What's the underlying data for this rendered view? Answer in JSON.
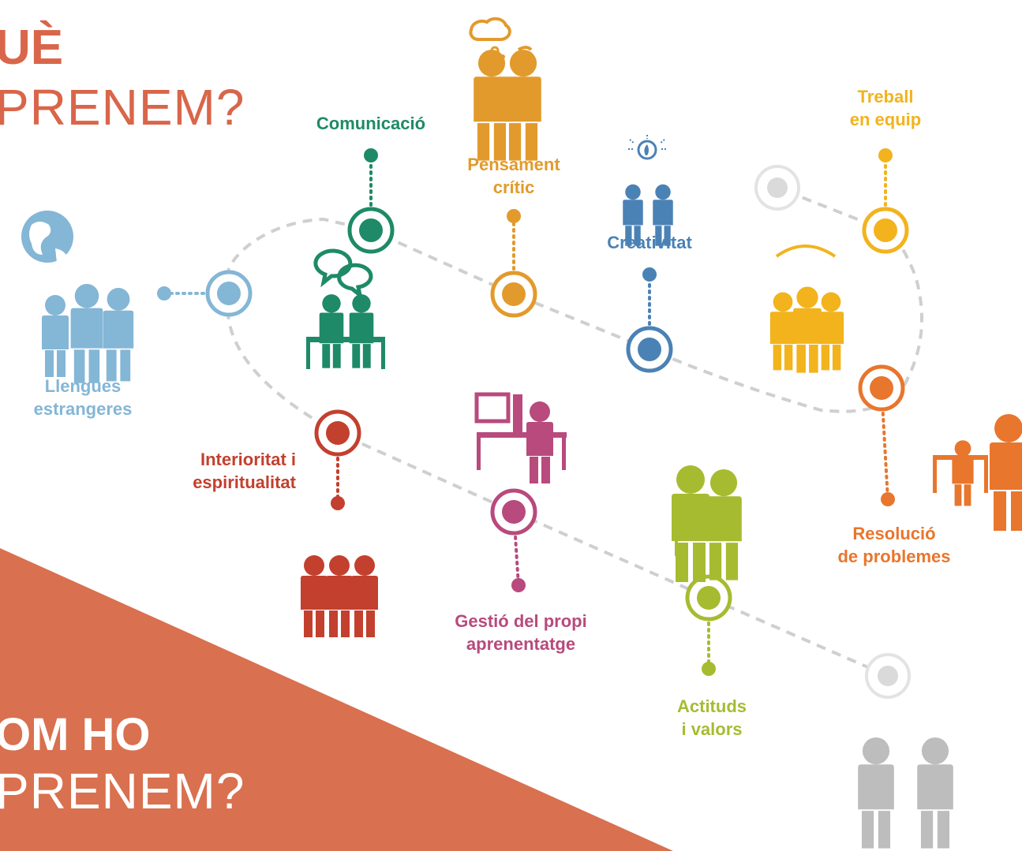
{
  "headings": {
    "top": {
      "bold": "UÈ",
      "thin": "PRENEM?"
    },
    "bottom": {
      "bold": "OM HO",
      "thin": "PRENEM?"
    }
  },
  "colors": {
    "corner": "#d9704f",
    "path": "#cfcfcf"
  },
  "competences": [
    {
      "id": "comunicacio",
      "lines": [
        "Comunicació"
      ],
      "color": "#1e8a67",
      "icon": "people-talking-icon"
    },
    {
      "id": "pensament",
      "lines": [
        "Pensament",
        "crític"
      ],
      "color": "#e29a2c",
      "icon": "people-thinking-icon"
    },
    {
      "id": "creativitat",
      "lines": [
        "Creativitat"
      ],
      "color": "#4b82b5",
      "icon": "people-idea-icon"
    },
    {
      "id": "treball",
      "lines": [
        "Treball",
        "en equip"
      ],
      "color": "#f2b31d",
      "icon": "team-icon"
    },
    {
      "id": "llengues",
      "lines": [
        "Llengües",
        "estrangeres"
      ],
      "color": "#84b6d6",
      "icon": "people-globe-icon"
    },
    {
      "id": "resolucio",
      "lines": [
        "Resolució",
        "de problemes"
      ],
      "color": "#e8762d",
      "icon": "people-desk-icon"
    },
    {
      "id": "interioritat",
      "lines": [
        "Interioritat i",
        "espiritualitat"
      ],
      "color": "#c3402e",
      "icon": "people-praying-icon"
    },
    {
      "id": "gestio",
      "lines": [
        "Gestió del propi",
        "aprenentatge"
      ],
      "color": "#b84a7d",
      "icon": "person-computer-icon"
    },
    {
      "id": "actituds",
      "lines": [
        "Actituds",
        "i valors"
      ],
      "color": "#a7bb31",
      "icon": "elderly-couple-icon"
    }
  ],
  "extra_icons": [
    {
      "id": "students",
      "color": "#bdbdbd",
      "icon": "students-walking-icon"
    }
  ]
}
